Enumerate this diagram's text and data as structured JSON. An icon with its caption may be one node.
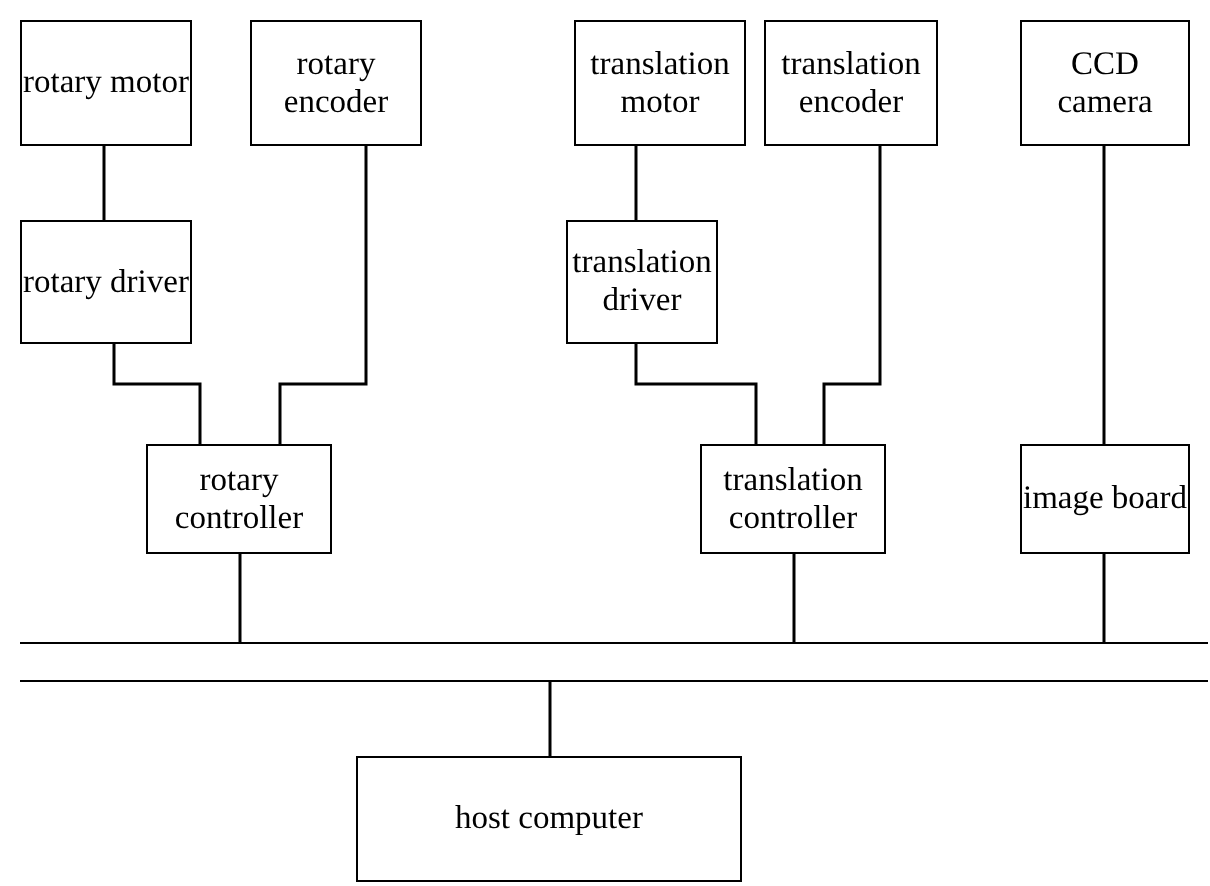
{
  "diagram": {
    "nodes": [
      {
        "text": [
          "rotary motor"
        ]
      },
      {
        "text": [
          "rotary encoder"
        ]
      },
      {
        "text": [
          "translation motor"
        ]
      },
      {
        "text": [
          "translation encoder"
        ]
      },
      {
        "text": [
          "CCD camera"
        ]
      },
      {
        "text": [
          "rotary driver"
        ]
      },
      {
        "text": [
          "translation driver"
        ]
      },
      {
        "text": [
          "rotary controller"
        ]
      },
      {
        "text": [
          "translation controller"
        ]
      },
      {
        "text": [
          "image board"
        ]
      },
      {
        "text": [],
        "shape": "bar"
      },
      {
        "text": [
          "host computer"
        ]
      }
    ],
    "edges": [
      {
        "from": 0,
        "to": 5,
        "arrow": "none"
      },
      {
        "from": 5,
        "to": 7,
        "arrow": "none"
      },
      {
        "from": 1,
        "to": 7,
        "arrow": "none"
      },
      {
        "from": 2,
        "to": 6,
        "arrow": "none"
      },
      {
        "from": 6,
        "to": 8,
        "arrow": "none"
      },
      {
        "from": 3,
        "to": 8,
        "arrow": "none"
      },
      {
        "from": 4,
        "to": 9,
        "arrow": "none"
      },
      {
        "from": 7,
        "to": 10,
        "arrow": "none"
      },
      {
        "from": 8,
        "to": 10,
        "arrow": "none"
      },
      {
        "from": 9,
        "to": 10,
        "arrow": "none"
      },
      {
        "from": 10,
        "to": 11,
        "arrow": "none"
      }
    ]
  }
}
